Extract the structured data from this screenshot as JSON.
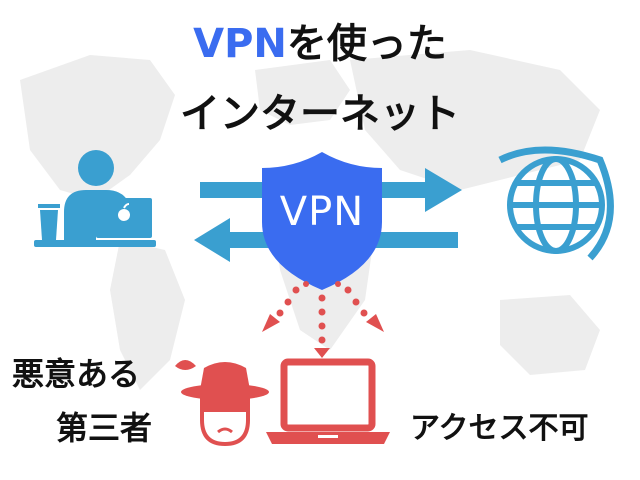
{
  "title": {
    "accent": "VPN",
    "line1_rest": "を使った",
    "line2": "インターネット"
  },
  "shield": {
    "label": "VPN"
  },
  "attacker": {
    "line1": "悪意ある",
    "line2": "第三者"
  },
  "result": {
    "label": "アクセス不可"
  },
  "colors": {
    "blue": "#3a6cf0",
    "teal": "#3a9fd0",
    "red": "#e05050",
    "map": "#ededed",
    "text": "#111111"
  },
  "icons": {
    "user": "person-at-laptop-icon",
    "globe": "globe-icon",
    "shield": "shield-icon",
    "attacker": "spy-icon",
    "target": "laptop-icon"
  }
}
